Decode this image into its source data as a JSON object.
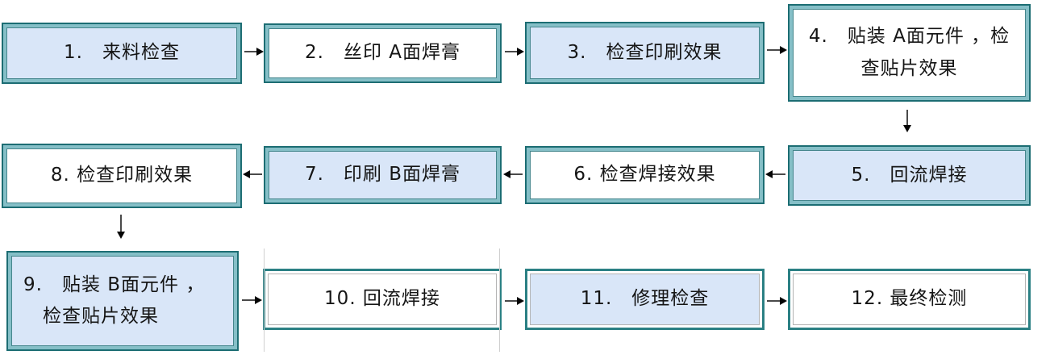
{
  "diagram_type": "flowchart",
  "boxes": [
    {
      "step": 1,
      "label": "1.　来料检查",
      "fill": "blue"
    },
    {
      "step": 2,
      "label": "2.　丝印 A面焊膏",
      "fill": "white"
    },
    {
      "step": 3,
      "label": "3.　检查印刷效果",
      "fill": "blue"
    },
    {
      "step": 4,
      "label": "4.　贴装 A面元件 ，检\n查贴片效果",
      "fill": "white"
    },
    {
      "step": 5,
      "label": "5.　回流焊接",
      "fill": "blue"
    },
    {
      "step": 6,
      "label": "6. 检查焊接效果",
      "fill": "white"
    },
    {
      "step": 7,
      "label": "7.　印刷 B面焊膏",
      "fill": "blue"
    },
    {
      "step": 8,
      "label": "8. 检查印刷效果",
      "fill": "white"
    },
    {
      "step": 9,
      "label": "9.　贴装 B面元件 ，\n　检查贴片效果",
      "fill": "blue"
    },
    {
      "step": 10,
      "label": "10. 回流焊接",
      "fill": "white"
    },
    {
      "step": 11,
      "label": "11.　修理检查",
      "fill": "blue"
    },
    {
      "step": 12,
      "label": "12. 最终检测",
      "fill": "white"
    }
  ],
  "arrows": [
    {
      "from": 1,
      "to": 2,
      "direction": "right"
    },
    {
      "from": 2,
      "to": 3,
      "direction": "right"
    },
    {
      "from": 3,
      "to": 4,
      "direction": "right"
    },
    {
      "from": 4,
      "to": 5,
      "direction": "down"
    },
    {
      "from": 5,
      "to": 6,
      "direction": "left"
    },
    {
      "from": 6,
      "to": 7,
      "direction": "left"
    },
    {
      "from": 7,
      "to": 8,
      "direction": "left"
    },
    {
      "from": 8,
      "to": 9,
      "direction": "down"
    },
    {
      "from": 9,
      "to": 10,
      "direction": "right"
    },
    {
      "from": 10,
      "to": 11,
      "direction": "right"
    },
    {
      "from": 11,
      "to": 12,
      "direction": "right"
    }
  ],
  "colors": {
    "border_teal_dark": "#1c6d73",
    "border_teal_band": "#85bfc7",
    "border_teal_solid": "#2b8084",
    "inner_line": "#45868d",
    "fill_blue": "#d9e6f8",
    "fill_white": "#ffffff",
    "arrow": "#050505",
    "text": "#151515"
  }
}
